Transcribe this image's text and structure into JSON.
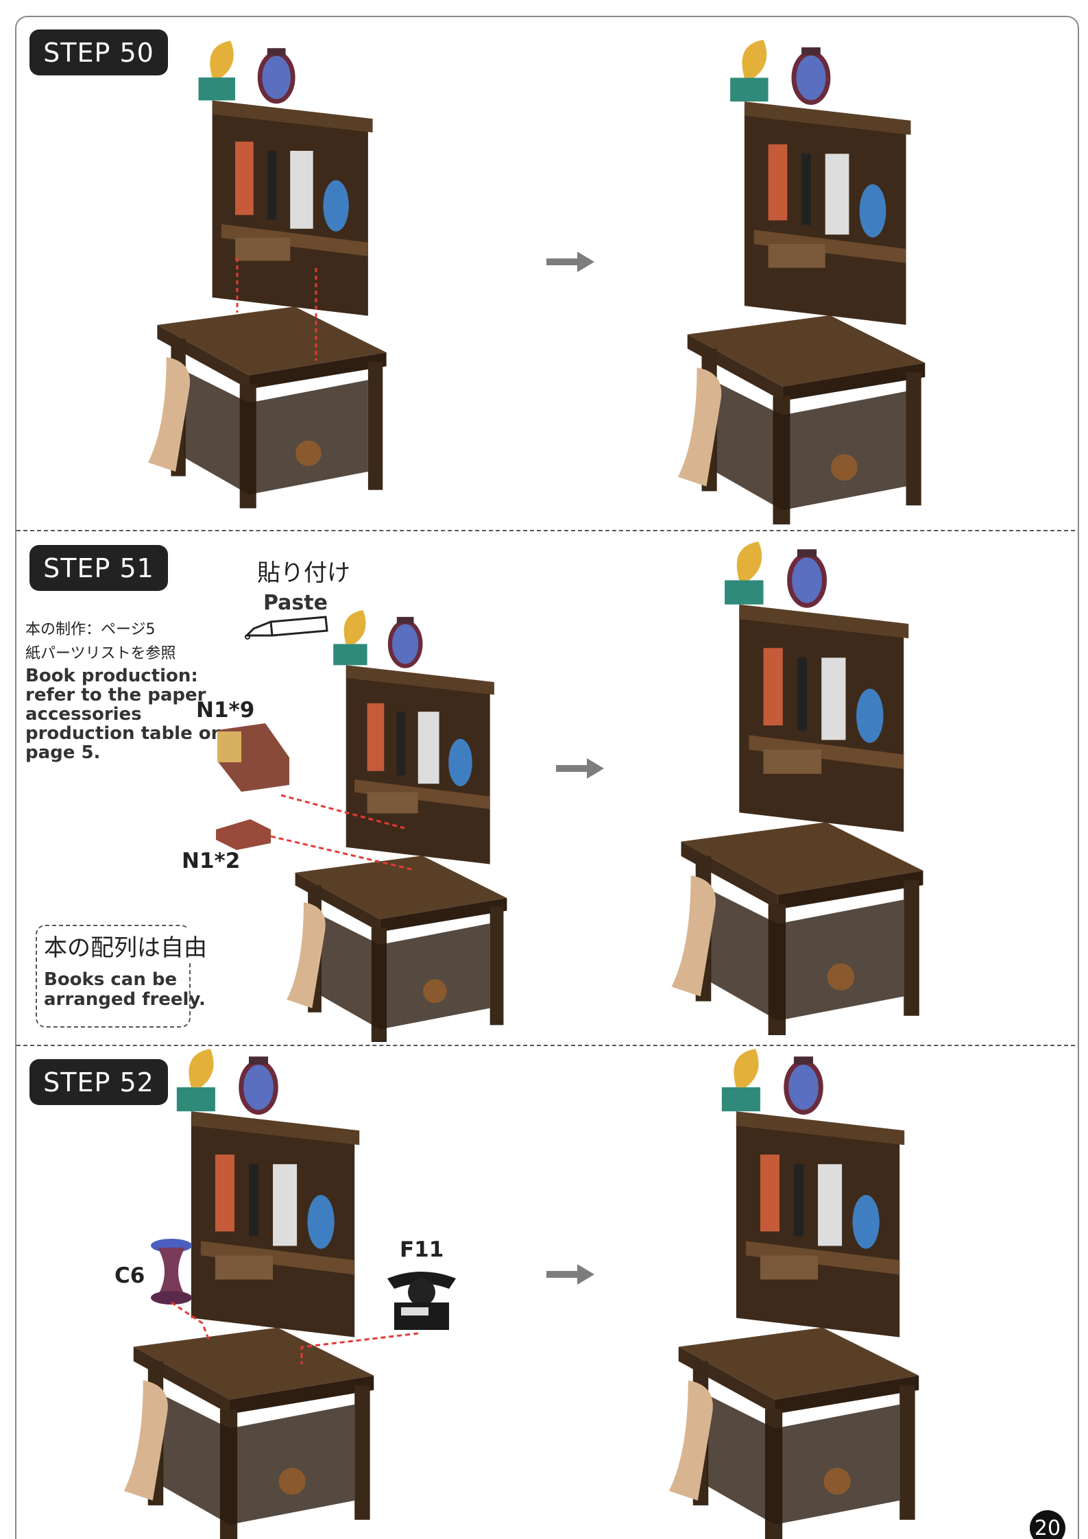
{
  "steps": [
    {
      "label": "STEP 50"
    },
    {
      "label": "STEP 51"
    },
    {
      "label": "STEP 52"
    }
  ],
  "step51": {
    "paste_jp": "貼り付け",
    "paste_en": "Paste",
    "note_jp_1": "本の制作：ページ5",
    "note_jp_2": "紙パーツリストを参照",
    "note_en": [
      "Book production:",
      "refer to the paper",
      "accessories",
      "production table on",
      "page 5."
    ],
    "part_a": "N1*9",
    "part_b": "N1*2",
    "tip_jp": "本の配列は自由",
    "tip_en": [
      "Books can be",
      "arranged freely."
    ]
  },
  "step52": {
    "part_a": "C6",
    "part_b": "F11"
  },
  "page_number": "20",
  "colors": {
    "badge": "#222222",
    "wood": "#4a3320",
    "arrow": "#7d7d7d",
    "guide": "#e53935"
  }
}
